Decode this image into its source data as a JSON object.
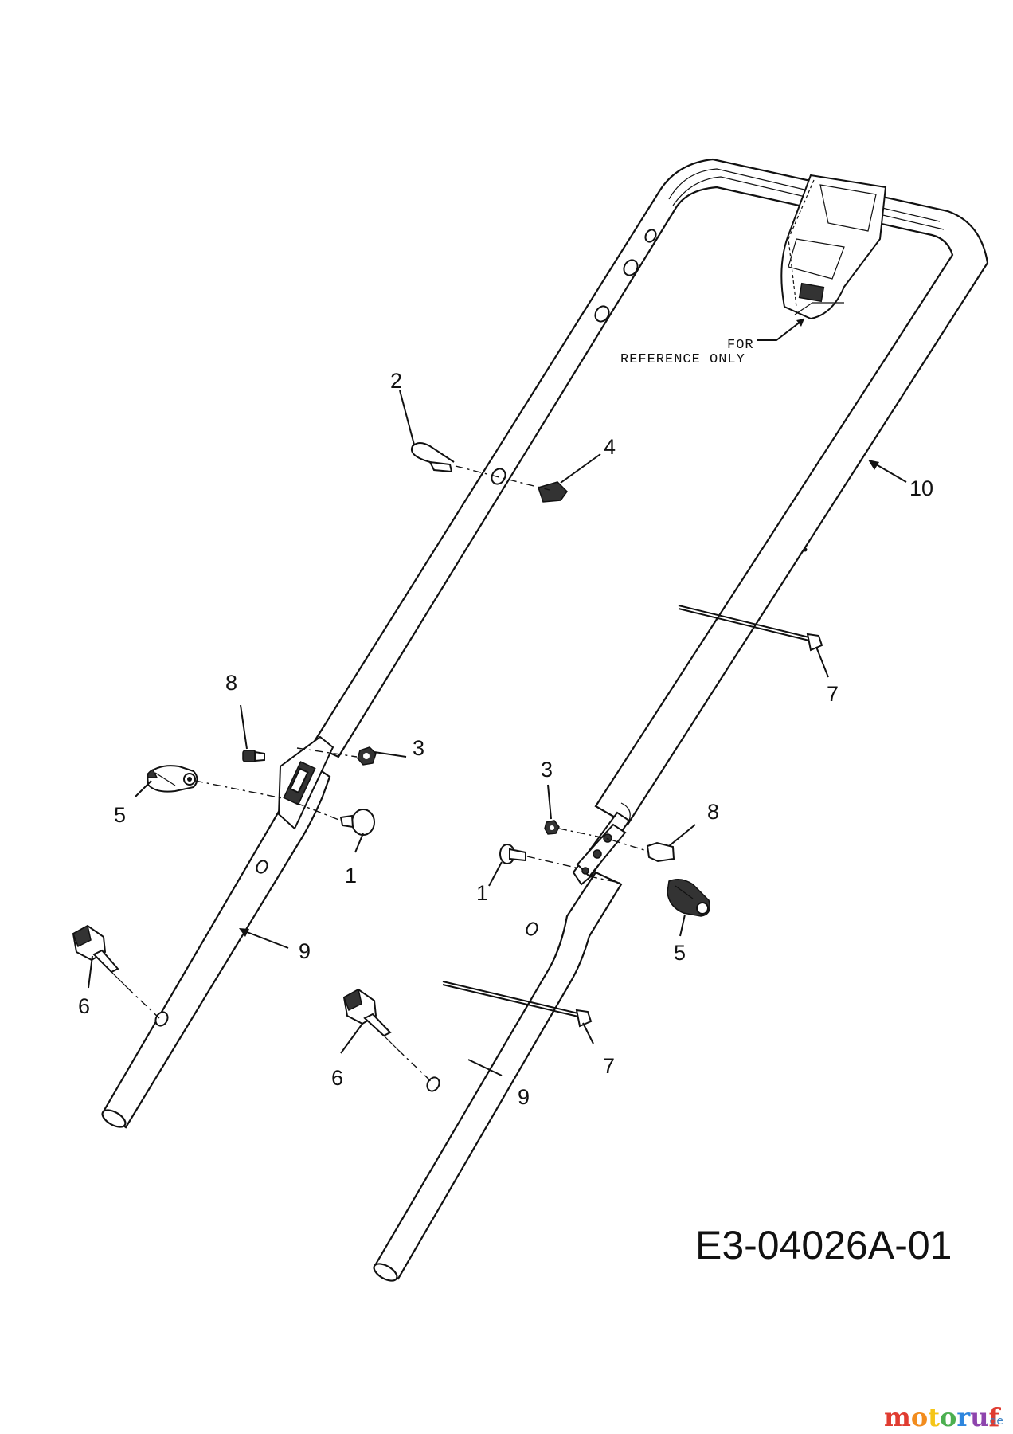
{
  "diagram": {
    "reference_note": [
      "FOR",
      "REFERENCE ONLY"
    ],
    "drawing_id": "E3-04026A-01",
    "callouts": [
      {
        "id": "1",
        "label": "1"
      },
      {
        "id": "1b",
        "label": "1"
      },
      {
        "id": "2",
        "label": "2"
      },
      {
        "id": "3",
        "label": "3"
      },
      {
        "id": "3b",
        "label": "3"
      },
      {
        "id": "4",
        "label": "4"
      },
      {
        "id": "5",
        "label": "5"
      },
      {
        "id": "5b",
        "label": "5"
      },
      {
        "id": "6",
        "label": "6"
      },
      {
        "id": "6b",
        "label": "6"
      },
      {
        "id": "7",
        "label": "7"
      },
      {
        "id": "7b",
        "label": "7"
      },
      {
        "id": "8",
        "label": "8"
      },
      {
        "id": "8b",
        "label": "8"
      },
      {
        "id": "9",
        "label": "9"
      },
      {
        "id": "9b",
        "label": "9"
      },
      {
        "id": "10",
        "label": "10"
      }
    ]
  },
  "watermark": {
    "letters": [
      "m",
      "o",
      "t",
      "o",
      "r",
      "u",
      "f"
    ],
    "suffix": ".de",
    "colors": [
      "#e03c31",
      "#f28c1e",
      "#f5c518",
      "#4caf50",
      "#2e86de",
      "#8e44ad",
      "#e03c31"
    ]
  }
}
